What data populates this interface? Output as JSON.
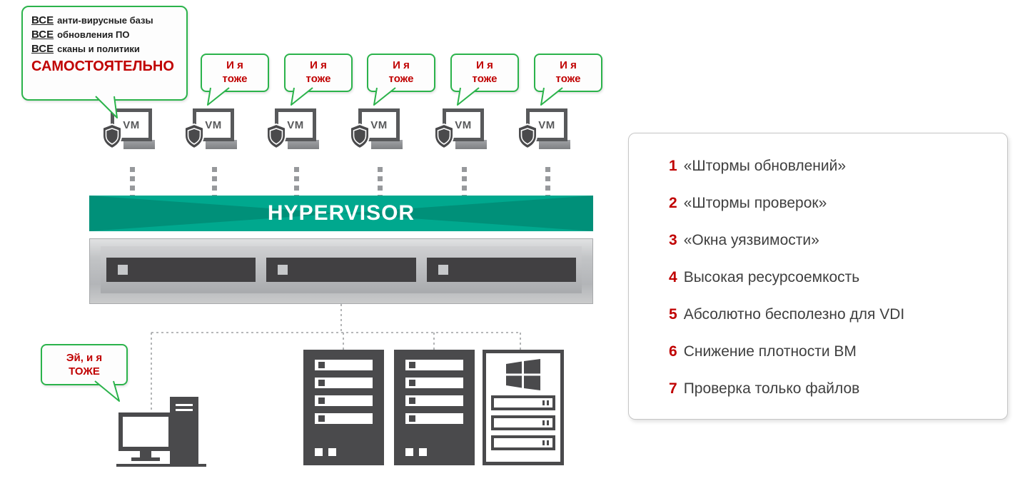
{
  "bubble_main": {
    "items": [
      {
        "prefix": "ВСЕ",
        "text": "анти-вирусные базы"
      },
      {
        "prefix": "ВСЕ",
        "text": "обновления ПО"
      },
      {
        "prefix": "ВСЕ",
        "text": "сканы и политики"
      }
    ],
    "emphasis": "САМОСТОЯТЕЛЬНО"
  },
  "bubble_metoo": {
    "line1": "И я",
    "line2": "тоже"
  },
  "bubble_pc": {
    "line1": "Эй, и я",
    "line2": "ТОЖЕ"
  },
  "vm": {
    "label": "VM"
  },
  "hypervisor": {
    "label": "HYPERVISOR"
  },
  "issues": {
    "items": [
      {
        "num": "1",
        "text": "«Штормы обновлений»"
      },
      {
        "num": "2",
        "text": "«Штормы проверок»"
      },
      {
        "num": "3",
        "text": "«Окна уязвимости»"
      },
      {
        "num": "4",
        "text": "Высокая ресурсоемкость"
      },
      {
        "num": "5",
        "text": "Абсолютно бесполезно для VDI"
      },
      {
        "num": "6",
        "text": "Снижение плотности ВМ"
      },
      {
        "num": "7",
        "text": "Проверка только файлов"
      }
    ]
  },
  "colors": {
    "accent_green": "#2bb34b",
    "hypervisor_teal": "#00a88e",
    "hypervisor_teal_dark": "#00917c",
    "alert_red": "#c00000",
    "icon_gray": "#4a4a4c"
  },
  "icons": {
    "shield": "shield-icon",
    "vm_monitor": "vm-monitor-icon",
    "server_rack": "server-rack-icon",
    "server_tower": "server-tower-icon",
    "windows_logo": "windows-logo-icon",
    "desktop_pc": "desktop-pc-icon"
  }
}
